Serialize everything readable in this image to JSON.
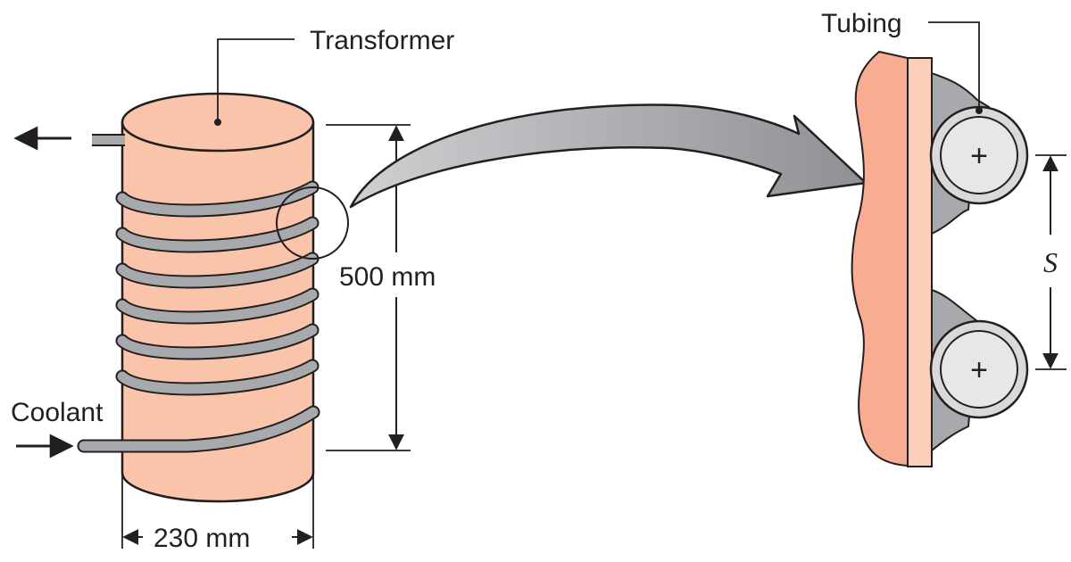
{
  "labels": {
    "transformer": "Transformer",
    "coolant": "Coolant",
    "height": "500 mm",
    "diameter": "230 mm",
    "tubing": "Tubing",
    "spacing": "S",
    "plus": "+"
  },
  "colors": {
    "transformer_body": "#f9c4aa",
    "transformer_wall": "#f8ad92",
    "tubing_fill": "#d9d9d9",
    "tubing_stroke": "#6d6e71",
    "solder": "#a7a9ac",
    "arrow_fill": "#9a9b9f",
    "outline": "#231f20"
  },
  "icons": {
    "coolant_outlet": "arrow-left-icon",
    "coolant_inlet": "arrow-right-icon",
    "detail_pointer": "curved-arrow-icon"
  }
}
